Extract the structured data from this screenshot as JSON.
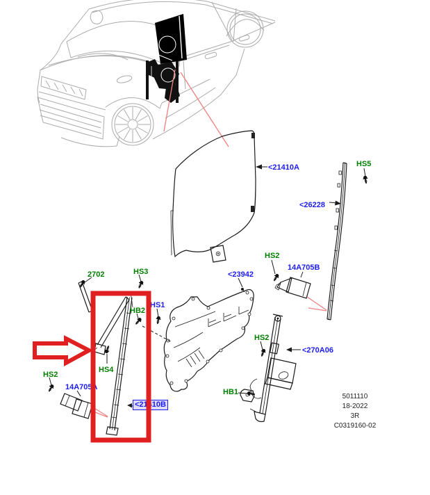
{
  "callouts": {
    "c21410A": {
      "text": "<21410A",
      "type": "part-link"
    },
    "hs5": {
      "text": "HS5",
      "type": "fastener-ref"
    },
    "c26228": {
      "text": "<26228",
      "type": "part-link"
    },
    "hs2_channel": {
      "text": "HS2",
      "type": "fastener-ref"
    },
    "p14a705b": {
      "text": "14A705B",
      "type": "part-link"
    },
    "c23942": {
      "text": "<23942",
      "type": "part-link"
    },
    "hs1": {
      "text": "HS1",
      "type": "part-link"
    },
    "p2702": {
      "text": "2702",
      "type": "fastener-ref"
    },
    "hs3": {
      "text": "HS3",
      "type": "fastener-ref"
    },
    "hb2": {
      "text": "HB2",
      "type": "fastener-ref"
    },
    "hs4": {
      "text": "HS4",
      "type": "fastener-ref"
    },
    "hs2_left": {
      "text": "HS2",
      "type": "fastener-ref"
    },
    "p14a705a": {
      "text": "14A705A",
      "type": "part-link"
    },
    "c21410B": {
      "text": "<21410B",
      "type": "part-link-selected"
    },
    "hs2_reg": {
      "text": "HS2",
      "type": "fastener-ref"
    },
    "c270A06": {
      "text": "<270A06",
      "type": "part-link"
    },
    "hb1": {
      "text": "HB1",
      "type": "fastener-ref"
    }
  },
  "sheet_info": {
    "lines": [
      "5011110",
      "18-2022",
      "3R",
      "C0319160-02"
    ]
  },
  "colors": {
    "part_link": "#1c1cf0",
    "fastener": "#007d00",
    "highlight": "#e02020",
    "leader_pink": "#f08080",
    "car_line": "#ababab",
    "selected_bg": "#dcdcf8"
  }
}
